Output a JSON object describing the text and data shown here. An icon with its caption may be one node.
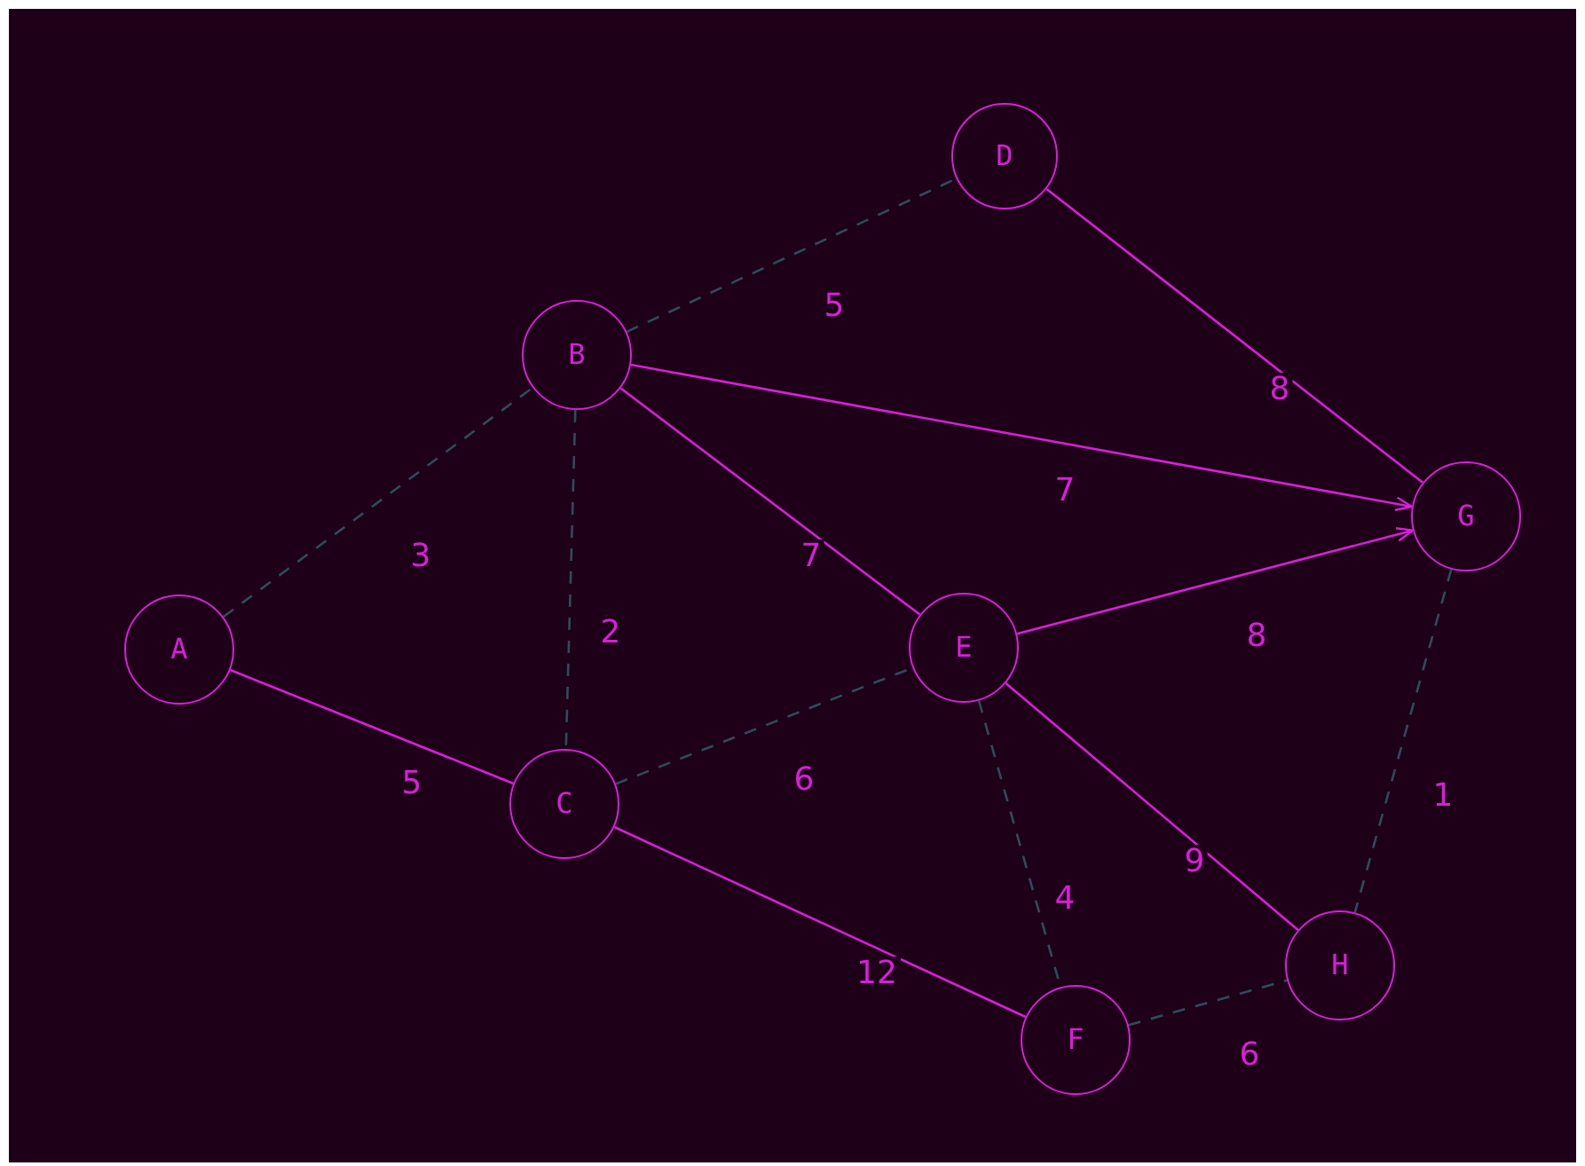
{
  "diagram": {
    "nodes": [
      {
        "text": [
          "A"
        ]
      },
      {
        "text": [
          "B"
        ]
      },
      {
        "text": [
          "C"
        ]
      },
      {
        "text": [
          "D"
        ]
      },
      {
        "text": [
          "E"
        ]
      },
      {
        "text": [
          "F"
        ]
      },
      {
        "text": [
          "G"
        ]
      },
      {
        "text": [
          "H"
        ]
      }
    ],
    "edges": [
      {
        "from": 0,
        "to": 1,
        "arrow": "none",
        "label": "3",
        "style": "dashed",
        "color": "#2e4c5c"
      },
      {
        "from": 0,
        "to": 2,
        "arrow": "none",
        "label": "5",
        "color": "#d81fd8"
      },
      {
        "from": 2,
        "to": 5,
        "arrow": "none",
        "label": "12",
        "color": "#d81fd8"
      },
      {
        "from": 1,
        "to": 2,
        "arrow": "none",
        "label": "2",
        "style": "dashed",
        "color": "#2e4c5c"
      },
      {
        "from": 1,
        "to": 3,
        "arrow": "none",
        "label": "5",
        "style": "dashed",
        "color": "#2e4c5c"
      },
      {
        "from": 1,
        "to": 6,
        "arrow": "to",
        "label": "7",
        "color": "#d81fd8"
      },
      {
        "from": 1,
        "to": 4,
        "arrow": "none",
        "label": "7",
        "color": "#d81fd8"
      },
      {
        "from": 3,
        "to": 6,
        "arrow": "none",
        "label": "8",
        "color": "#d81fd8"
      },
      {
        "from": 2,
        "to": 4,
        "arrow": "none",
        "label": "6",
        "style": "dashed",
        "color": "#2e4c5c"
      },
      {
        "from": 4,
        "to": 6,
        "arrow": "to",
        "label": "8",
        "color": "#d81fd8"
      },
      {
        "from": 4,
        "to": 5,
        "arrow": "none",
        "label": "4",
        "style": "dashed",
        "color": "#2e4c5c"
      },
      {
        "from": 4,
        "to": 7,
        "arrow": "none",
        "label": "9",
        "color": "#d81fd8"
      },
      {
        "from": 6,
        "to": 7,
        "arrow": "none",
        "label": "1",
        "style": "dashed",
        "color": "#2e4c5c"
      },
      {
        "from": 5,
        "to": 7,
        "arrow": "none",
        "label": "6",
        "style": "dashed",
        "color": "#2e4c5c"
      }
    ]
  }
}
